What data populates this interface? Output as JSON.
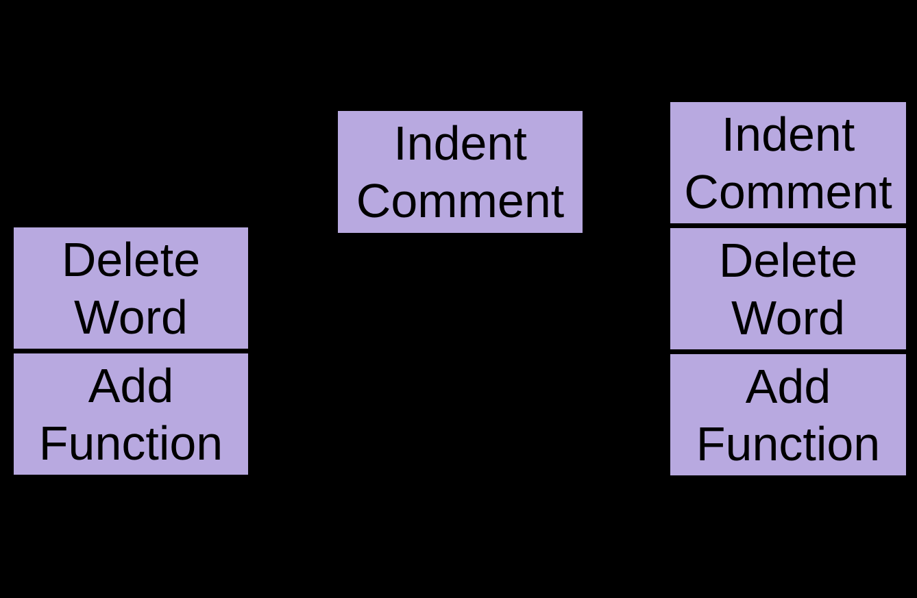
{
  "canvas": {
    "background_color": "#000000"
  },
  "box_style": {
    "fill_color": "#b8a9e0",
    "text_color": "#000000"
  },
  "left_stack": {
    "boxes": [
      {
        "label": "Delete Word"
      },
      {
        "label": "Add Function"
      }
    ]
  },
  "center_box": {
    "label": "Indent Comment"
  },
  "right_stack": {
    "boxes": [
      {
        "label": "Indent Comment"
      },
      {
        "label": "Delete Word"
      },
      {
        "label": "Add Function"
      }
    ]
  }
}
